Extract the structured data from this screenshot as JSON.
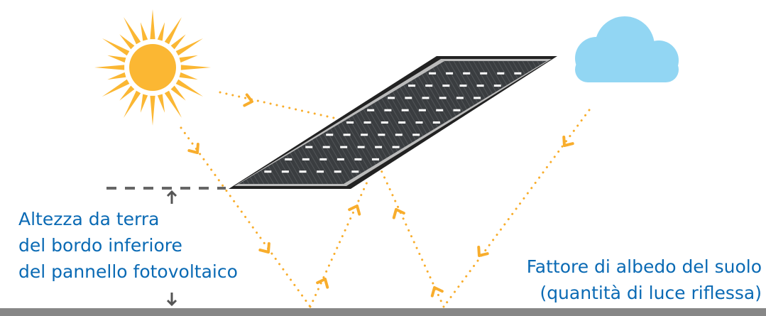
{
  "labels": {
    "height_label": [
      "Altezza da terra",
      "del bordo inferiore",
      "del pannello fotovoltaico"
    ],
    "albedo_label": [
      "Fattore di albedo del suolo",
      "(quantità di luce riflessa)"
    ]
  },
  "colors": {
    "text": "#0a6ab4",
    "light_rays": "#f8ad2c",
    "sun": "#fbb733",
    "cloud": "#92d6f3",
    "ground": "#878787",
    "panel": "#3a3d40"
  },
  "icons": [
    "sun-icon",
    "cloud-icon",
    "solar-panel-icon",
    "arrow-up-icon",
    "arrow-down-icon"
  ]
}
